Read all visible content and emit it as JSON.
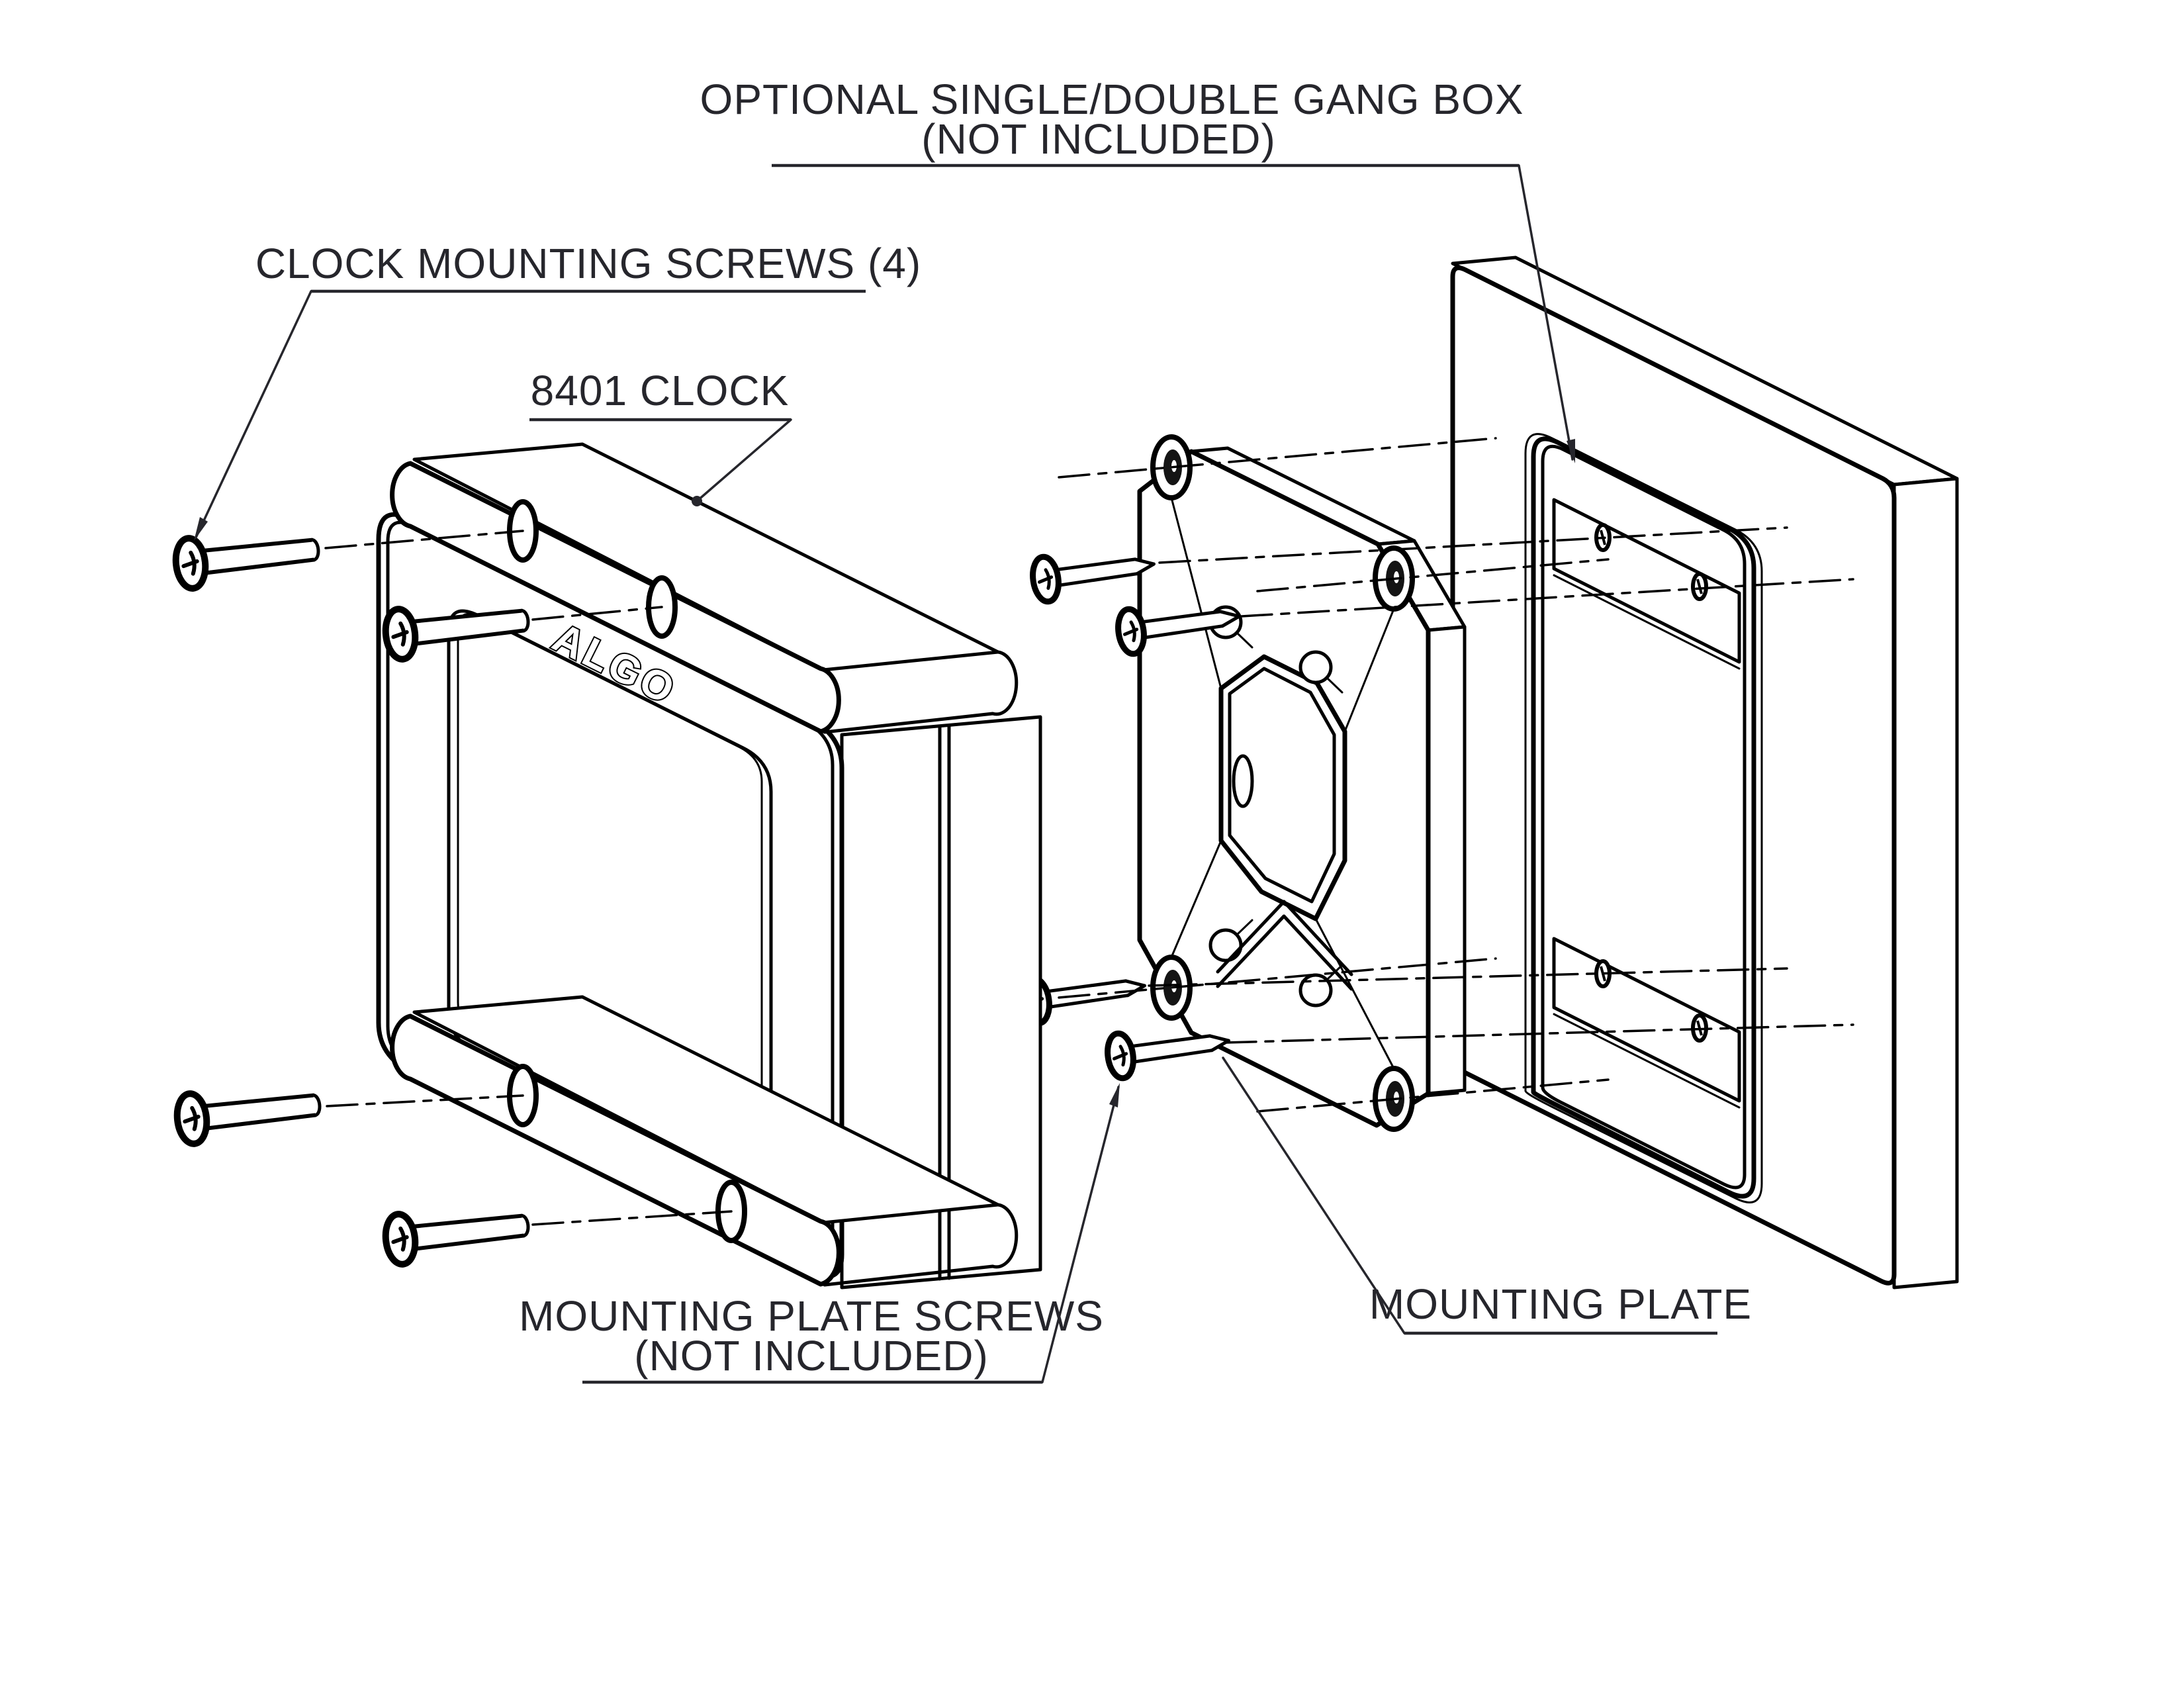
{
  "drawing": {
    "background": "#ffffff",
    "line_color": "#000000",
    "text_color": "#26262c"
  },
  "labels": {
    "gang_box": {
      "line1": "OPTIONAL SINGLE/DOUBLE GANG BOX",
      "line2": "(NOT INCLUDED)"
    },
    "clock_screws": {
      "line1": "CLOCK MOUNTING SCREWS (4)"
    },
    "clock": {
      "line1": "8401 CLOCK"
    },
    "plate_screws": {
      "line1": "MOUNTING PLATE SCREWS",
      "line2": "(NOT INCLUDED)"
    },
    "plate": {
      "line1": "MOUNTING PLATE"
    }
  },
  "logo": {
    "text": "ALGO"
  }
}
